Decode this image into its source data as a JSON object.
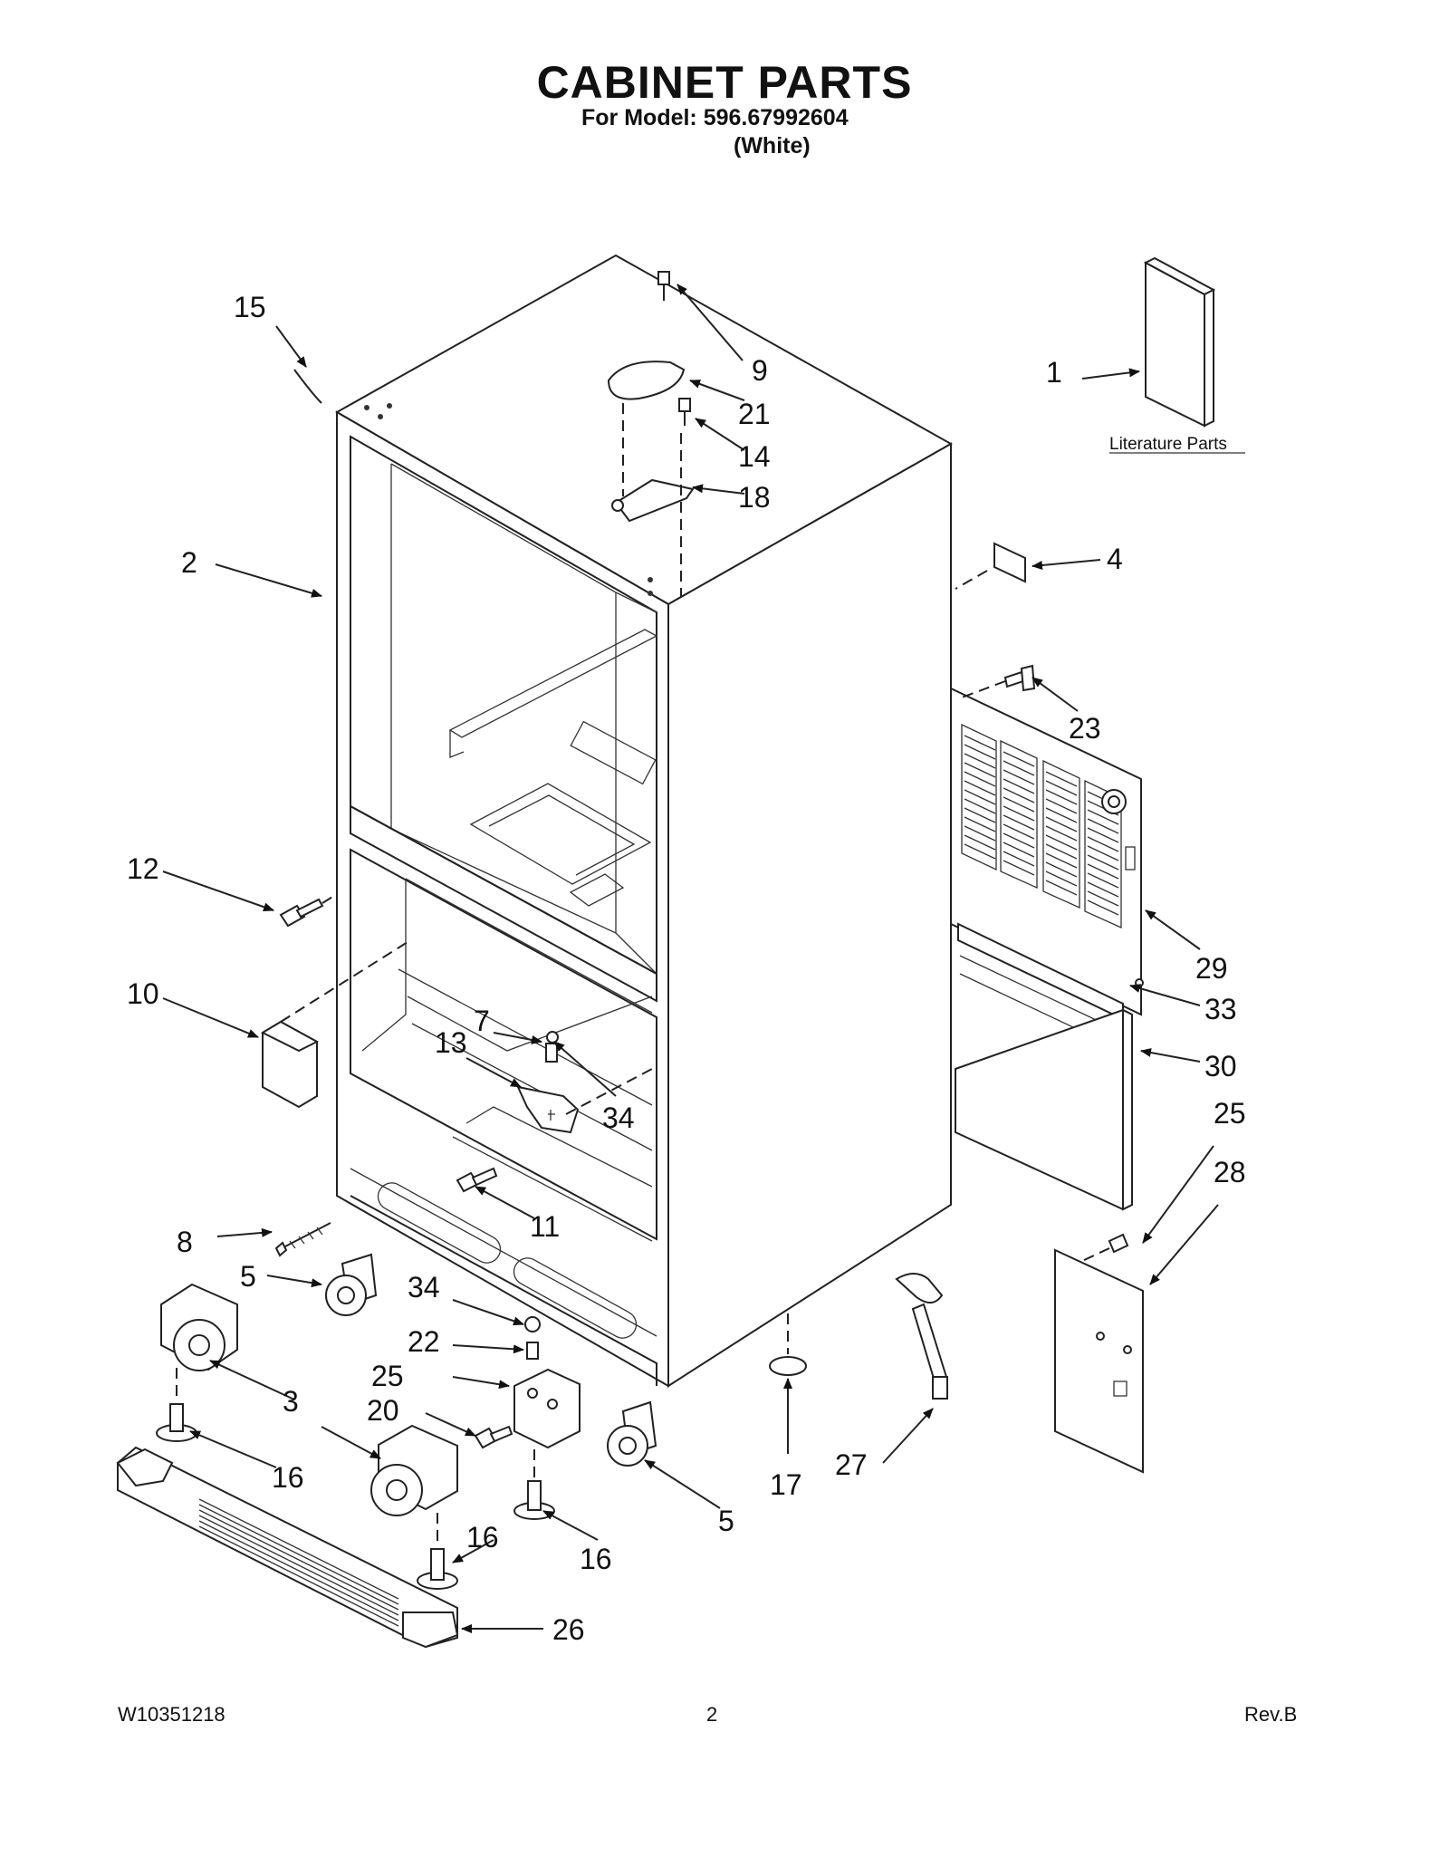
{
  "header": {
    "title": "CABINET PARTS",
    "model_line": "For Model: 596.67992604",
    "color_line": "(White)"
  },
  "literature_label": "Literature Parts",
  "callouts": [
    {
      "id": "c1",
      "label": "1"
    },
    {
      "id": "c2",
      "label": "2"
    },
    {
      "id": "c3",
      "label": "3"
    },
    {
      "id": "c4",
      "label": "4"
    },
    {
      "id": "c5a",
      "label": "5"
    },
    {
      "id": "c5b",
      "label": "5"
    },
    {
      "id": "c7",
      "label": "7"
    },
    {
      "id": "c8",
      "label": "8"
    },
    {
      "id": "c9",
      "label": "9"
    },
    {
      "id": "c10",
      "label": "10"
    },
    {
      "id": "c11",
      "label": "11"
    },
    {
      "id": "c12",
      "label": "12"
    },
    {
      "id": "c13",
      "label": "13"
    },
    {
      "id": "c14",
      "label": "14"
    },
    {
      "id": "c15",
      "label": "15"
    },
    {
      "id": "c16a",
      "label": "16"
    },
    {
      "id": "c16b",
      "label": "16"
    },
    {
      "id": "c16c",
      "label": "16"
    },
    {
      "id": "c17",
      "label": "17"
    },
    {
      "id": "c18",
      "label": "18"
    },
    {
      "id": "c20",
      "label": "20"
    },
    {
      "id": "c21",
      "label": "21"
    },
    {
      "id": "c22",
      "label": "22"
    },
    {
      "id": "c23",
      "label": "23"
    },
    {
      "id": "c25a",
      "label": "25"
    },
    {
      "id": "c25b",
      "label": "25"
    },
    {
      "id": "c26",
      "label": "26"
    },
    {
      "id": "c27",
      "label": "27"
    },
    {
      "id": "c28",
      "label": "28"
    },
    {
      "id": "c29",
      "label": "29"
    },
    {
      "id": "c30",
      "label": "30"
    },
    {
      "id": "c33",
      "label": "33"
    },
    {
      "id": "c34a",
      "label": "34"
    },
    {
      "id": "c34b",
      "label": "34"
    }
  ],
  "footer": {
    "doc_number": "W10351218",
    "page_number": "2",
    "revision": "Rev.B"
  }
}
